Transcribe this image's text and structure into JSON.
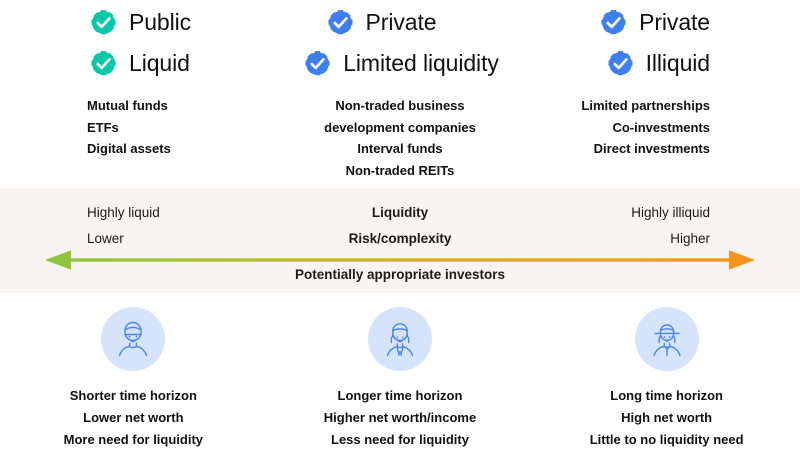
{
  "colors": {
    "teal": "#05c9a7",
    "blue": "#3d7ff0",
    "band_bg": "#f6f5f3",
    "arrow_left": "#8cc63e",
    "arrow_right": "#f7941e",
    "avatar_bg": "#d6e4fb",
    "avatar_stroke": "#4a86e8",
    "text": "#111111"
  },
  "columns": [
    {
      "badges": [
        {
          "icon": "cog-check-icon",
          "icon_color": "teal",
          "label": "Public"
        },
        {
          "icon": "cog-check-icon",
          "icon_color": "teal",
          "label": "Liquid"
        }
      ],
      "items": [
        "Mutual funds",
        "ETFs",
        "Digital assets"
      ]
    },
    {
      "badges": [
        {
          "icon": "cog-check-icon",
          "icon_color": "blue",
          "label": "Private"
        },
        {
          "icon": "cog-check-icon",
          "icon_color": "blue",
          "label": "Limited liquidity"
        }
      ],
      "items": [
        "Non-traded business development companies",
        "Interval funds",
        "Non-traded REITs"
      ]
    },
    {
      "badges": [
        {
          "icon": "cog-check-icon",
          "icon_color": "blue",
          "label": "Private"
        },
        {
          "icon": "cog-check-icon",
          "icon_color": "blue",
          "label": "Illiquid"
        }
      ],
      "items": [
        "Limited partnerships",
        "Co-investments",
        "Direct investments"
      ]
    }
  ],
  "band": {
    "left_line_1": "Highly liquid",
    "left_line_2": "Lower",
    "center_line_1": "Liquidity",
    "center_line_2": "Risk/complexity",
    "right_line_1": "Highly illiquid",
    "right_line_2": "Higher",
    "bottom_caption": "Potentially appropriate investors"
  },
  "investors": [
    {
      "avatar": "young-man-avatar-icon",
      "lines": [
        "Shorter time horizon",
        "Lower net worth",
        "More need for liquidity"
      ]
    },
    {
      "avatar": "woman-avatar-icon",
      "lines": [
        "Longer time horizon",
        "Higher net worth/income",
        "Less need for liquidity"
      ]
    },
    {
      "avatar": "person-with-hat-avatar-icon",
      "lines": [
        "Long time horizon",
        "High net worth",
        "Little to no liquidity need"
      ]
    }
  ]
}
